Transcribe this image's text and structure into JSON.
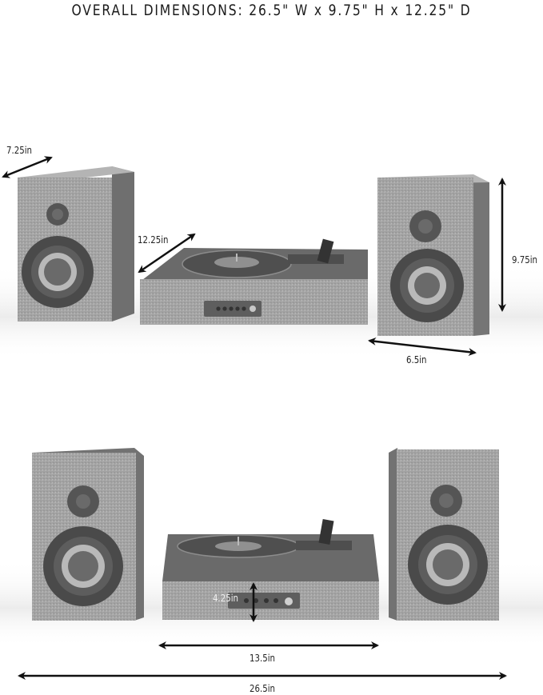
{
  "title": "OVERALL DIMENSIONS: 26.5\" W x 9.75\" H x 12.25\" D",
  "top_view": {
    "speaker_depth_label": "7.25in",
    "turntable_depth_label": "12.25in",
    "speaker_height_label": "9.75in",
    "speaker_width_label": "6.5in"
  },
  "front_view": {
    "turntable_height_label": "4.25in",
    "turntable_width_label": "13.5in",
    "overall_width_label": "26.5in"
  },
  "colors": {
    "fabric": "#9d9d9d",
    "wood": "#6e6e6e",
    "woofer_outer": "#4a4a4a",
    "woofer_ring": "#b5b5b5",
    "arrow": "#111111"
  }
}
